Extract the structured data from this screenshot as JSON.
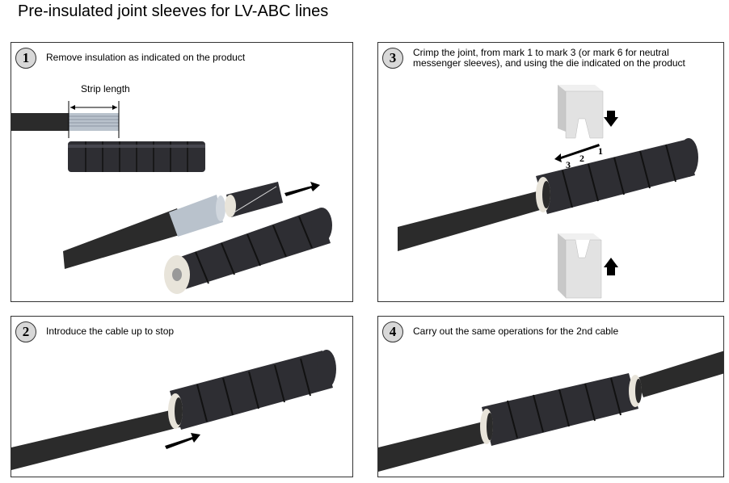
{
  "title": "Pre-insulated joint sleeves for LV-ABC lines",
  "steps": [
    {
      "number": "1",
      "text": "Remove insulation as indicated on the product",
      "strip_label": "Strip length"
    },
    {
      "number": "2",
      "text": "Introduce the cable up to stop"
    },
    {
      "number": "3",
      "text_line1": "Crimp the joint, from mark 1 to mark 3 (or mark 6 for neutral",
      "text_line2": "messenger sleeves), and using the die indicated on the product",
      "marks": [
        "1",
        "2",
        "3"
      ]
    },
    {
      "number": "4",
      "text": "Carry out the same operations for the 2nd cable"
    }
  ],
  "colors": {
    "cable": "#2b2b2b",
    "sleeve": "#2e2e33",
    "ring": "#e8e4da",
    "die": "#e2e2e2",
    "panel_border": "#333333"
  }
}
